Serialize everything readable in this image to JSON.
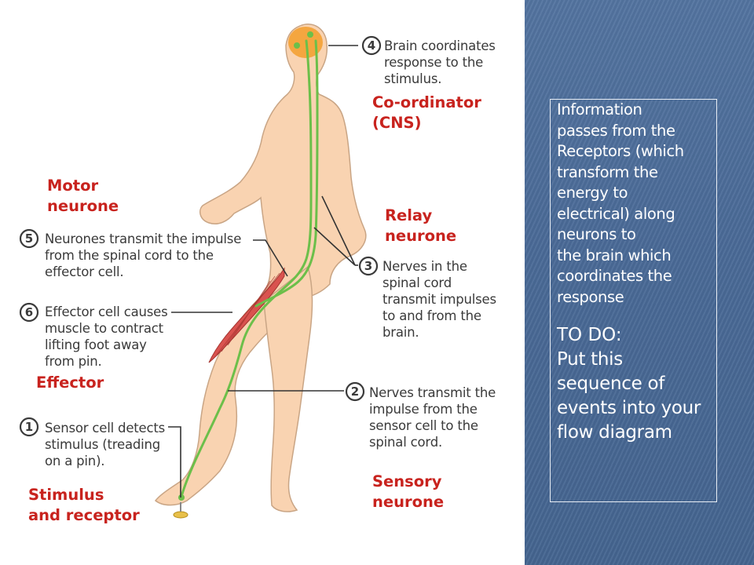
{
  "labels": {
    "coordinator": "Co-ordinator\n(CNS)",
    "motor": "Motor\nneurone",
    "relay": "Relay\nneurone",
    "effector": "Effector",
    "sensory": "Sensory\nneurone",
    "stimulus": "Stimulus\nand receptor"
  },
  "steps": [
    {
      "num": "1",
      "text": "Sensor cell detects\nstimulus (treading\non a pin)."
    },
    {
      "num": "2",
      "text": "Nerves transmit the\nimpulse from the\nsensor cell to the\nspinal cord."
    },
    {
      "num": "3",
      "text": "Nerves in the\nspinal cord\ntransmit impulses\nto and from the\nbrain."
    },
    {
      "num": "4",
      "text": "Brain coordinates\nresponse to the\nstimulus."
    },
    {
      "num": "5",
      "text": "Neurones transmit the impulse\nfrom the spinal cord to the\neffector cell."
    },
    {
      "num": "6",
      "text": "Effector cell causes\nmuscle to contract\nlifting foot away\nfrom pin."
    }
  ],
  "info": {
    "text": "Information\npasses from the\nReceptors (which\ntransform the\nenergy to\nelectrical) along\nneurons to\nthe brain which\ncoordinates the\nresponse",
    "todo_title": "TO DO:",
    "todo_body": "Put this\nsequence of\nevents into your\nflow diagram"
  },
  "colors": {
    "skin": "#f9d3b1",
    "skin_outline": "#c9a585",
    "nerve": "#6cbf4a",
    "brain": "#f4a640",
    "muscle": "#d9534f",
    "label_red": "#c8231e",
    "panel_blue": "#4a6a97"
  }
}
